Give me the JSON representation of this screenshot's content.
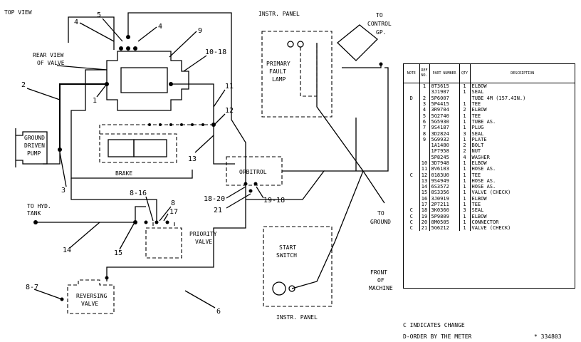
{
  "labels": {
    "top_view": "TOP VIEW",
    "rear_view_1": "REAR VIEW",
    "rear_view_2": "OF VALVE",
    "ground_driven_1": "GROUND",
    "ground_driven_2": "DRIVEN",
    "ground_driven_3": "PUMP",
    "brake": "BRAKE",
    "orbitrol": "ORBITROL",
    "to_hyd_1": "TO HYD.",
    "to_hyd_2": "TANK",
    "priority_1": "PRIORITY",
    "priority_2": "VALVE",
    "reversing_1": "REVERSING",
    "reversing_2": "VALVE",
    "instr_panel_top": "INSTR. PANEL",
    "instr_panel_bottom": "INSTR. PANEL",
    "primary_fault_1": "PRIMARY",
    "primary_fault_2": "FAULT",
    "primary_fault_3": "LAMP",
    "to_control_1": "TO",
    "to_control_2": "CONTROL",
    "to_control_3": "GP.",
    "to_ground_1": "TO",
    "to_ground_2": "GROUND",
    "start_switch_1": "START",
    "start_switch_2": "SWITCH",
    "front_machine_1": "FRONT",
    "front_machine_2": "OF",
    "front_machine_3": "MACHINE"
  },
  "callouts": {
    "c5": "5",
    "c4a": "4",
    "c4b": "4",
    "c9": "9",
    "c10_18": "10-18",
    "c2": "2",
    "c1": "1",
    "c11": "11",
    "c12": "12",
    "c13": "13",
    "c3": "3",
    "c8_16": "8-16",
    "c8": "8",
    "c17": "17",
    "c18_20": "18-20",
    "c21": "21",
    "c19_18": "19-18",
    "c14": "14",
    "c15": "15",
    "c8_7": "8-7",
    "c6": "6"
  },
  "table": {
    "headers": [
      "NOTE",
      "REF NO.",
      "PART NUMBER",
      "QTY",
      "DESCRIPTION"
    ],
    "rows": [
      [
        "",
        "1",
        "8T3615",
        "1",
        "ELBOW"
      ],
      [
        "",
        "",
        "3J1907",
        "1",
        "SEAL"
      ],
      [
        "D",
        "2",
        "5P6007",
        "",
        "TUBE 4M (157.4IN.)"
      ],
      [
        "",
        "3",
        "5P4415",
        "1",
        "TEE"
      ],
      [
        "",
        "4",
        "3R9704",
        "2",
        "ELBOW"
      ],
      [
        "",
        "5",
        "5G2740",
        "1",
        "TEE"
      ],
      [
        "",
        "6",
        "5G5930",
        "1",
        "TUBE AS."
      ],
      [
        "",
        "7",
        "9S4187",
        "1",
        "PLUG"
      ],
      [
        "",
        "8",
        "3D2824",
        "3",
        "SEAL"
      ],
      [
        "",
        "9",
        "5G9932",
        "1",
        "PLATE"
      ],
      [
        "",
        "",
        "1A1480",
        "2",
        "BOLT"
      ],
      [
        "",
        "",
        "1F7958",
        "2",
        "NUT"
      ],
      [
        "",
        "",
        "5P8245",
        "4",
        "WASHER"
      ],
      [
        "",
        "10",
        "3D7948",
        "1",
        "ELBOW"
      ],
      [
        "",
        "11",
        "8V6103",
        "1",
        "HOSE AS."
      ],
      [
        "C",
        "12",
        "0183U0",
        "1",
        "TEE"
      ],
      [
        "",
        "13",
        "9S4949",
        "1",
        "HOSE AS."
      ],
      [
        "",
        "14",
        "6S3572",
        "1",
        "HOSE AS."
      ],
      [
        "",
        "15",
        "8S3356",
        "1",
        "VALVE (CHECK)"
      ],
      [
        "",
        "16",
        "3J0919",
        "1",
        "ELBOW"
      ],
      [
        "",
        "17",
        "2P7211",
        "1",
        "TEE"
      ],
      [
        "C",
        "18",
        "3K0360",
        "3",
        "SEAL"
      ],
      [
        "C",
        "19",
        "5P9809",
        "1",
        "ELBOW"
      ],
      [
        "C",
        "20",
        "8M0505",
        "1",
        "CONNECTOR"
      ],
      [
        "C",
        "21",
        "5G6212",
        "1",
        "VALVE (CHECK)"
      ]
    ]
  },
  "footer": {
    "note_c": "C INDICATES CHANGE",
    "note_d": "D-ORDER BY THE METER",
    "drawing_no": "* 334803"
  }
}
